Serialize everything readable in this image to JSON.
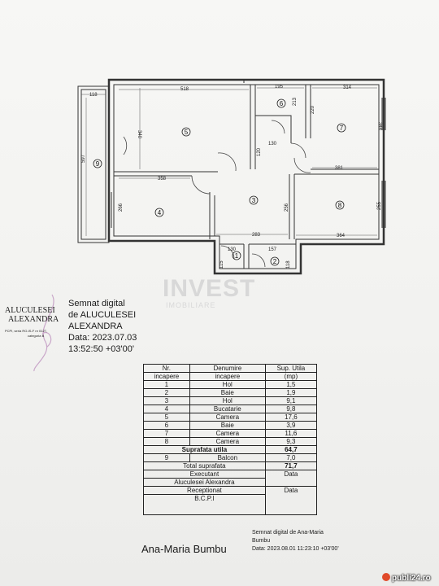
{
  "plan": {
    "dimensions": [
      "118",
      "518",
      "195",
      "314",
      "340",
      "213",
      "220",
      "344",
      "597",
      "120",
      "130",
      "381",
      "358",
      "266",
      "256",
      "255",
      "283",
      "364",
      "130",
      "157",
      "115",
      "118"
    ],
    "rooms": [
      "1",
      "2",
      "3",
      "4",
      "5",
      "6",
      "7",
      "8",
      "9"
    ]
  },
  "watermark": {
    "main": "INVEST",
    "sub": "IMOBILIARE"
  },
  "signature_left": {
    "name_line1": "ALUCULESEI",
    "name_line2": "ALEXANDRA",
    "cert_line1": "PCPI, seria RO-IS-F nr 0127,",
    "cert_line2": "categoria B"
  },
  "digital_signature_1": {
    "line1": "Semnat digital",
    "line2": "de ALUCULESEI",
    "line3": "ALEXANDRA",
    "line4": "Data: 2023.07.03",
    "line5": "13:52:50 +03'00'"
  },
  "table": {
    "header1": [
      "Nr.",
      "Denumire",
      "Sup. Utila"
    ],
    "header2": [
      "incapere",
      "incapere",
      "(mp)"
    ],
    "rows": [
      [
        "1",
        "Hol",
        "1,5"
      ],
      [
        "2",
        "Baie",
        "1,9"
      ],
      [
        "3",
        "Hol",
        "9,1"
      ],
      [
        "4",
        "Bucatarie",
        "9,8"
      ],
      [
        "5",
        "Camera",
        "17,6"
      ],
      [
        "6",
        "Baie",
        "3,9"
      ],
      [
        "7",
        "Camera",
        "11,6"
      ],
      [
        "8",
        "Camera",
        "9,3"
      ]
    ],
    "suprafata_utila_label": "Suprafata utila",
    "suprafata_utila_value": "64,7",
    "balcon_row": [
      "9",
      "Balcon",
      "7,0"
    ],
    "total_label": "Total suprafata",
    "total_value": "71,7",
    "executant_label": "Executant",
    "executant_value": "Data",
    "executant_name": "Aluculesei Alexandra",
    "receptionat_label": "Receptionat",
    "receptionat_value": "Data",
    "bcpi": "B.C.P.I"
  },
  "signature_bottom": {
    "name": "Ana-Maria Bumbu",
    "line1": "Semnat digital de Ana-Maria",
    "line2": "Bumbu",
    "line3": "Data: 2023.08.01 11:23:10 +03'00'"
  },
  "site_badge": {
    "text": "publi24.ro",
    "accent": "#e04a2a"
  }
}
